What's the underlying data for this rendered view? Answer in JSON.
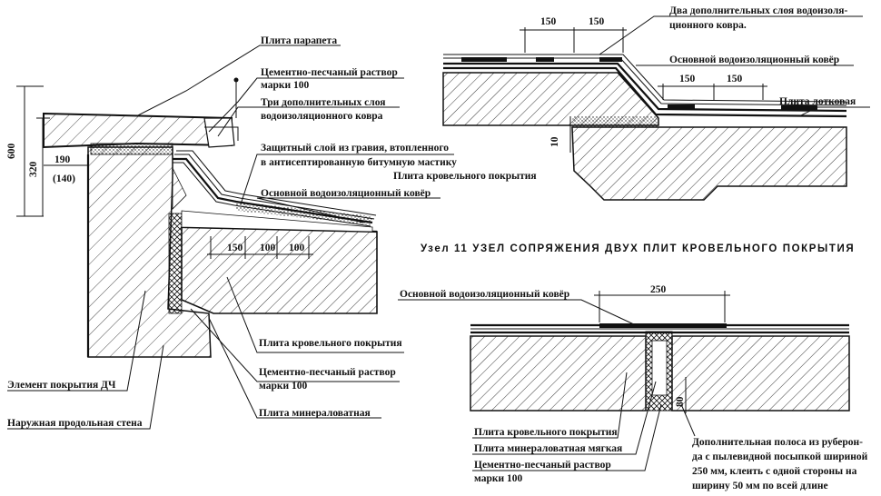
{
  "node11_title": "Узел 11  УЗЕЛ СОПРЯЖЕНИЯ ДВУХ ПЛИТ КРОВЕЛЬНОГО ПОКРЫТИЯ",
  "left_node": {
    "labels": {
      "parapet_slab": "Плита парапета",
      "mortar_1": "Цементно-песчаный раствор",
      "mortar_1b": "марки 100",
      "three_layers": "Три дополнительных слоя",
      "three_layers_b": "водоизоляционного ковра",
      "gravel": "Защитный слой из гравия, втопленного",
      "gravel_b": "в антисептированную битумную мастику",
      "roof_slab_top": "Плита кровельного покрытия",
      "base_carpet": "Основной водоизоляционный ковёр",
      "roof_slab": "Плита кровельного покрытия",
      "mortar_2": "Цементно-песчаный раствор",
      "mortar_2b": "марки 100",
      "mineral_wool": "Плита минераловатная",
      "dch_element": "Элемент покрытия ДЧ",
      "outer_wall": "Наружная продольная стена"
    },
    "dims": {
      "h600": "600",
      "h320": "320",
      "w190": "190",
      "w140": "(140)",
      "d150": "150",
      "d100a": "100",
      "d100b": "100"
    }
  },
  "top_right_node": {
    "labels": {
      "two_layers": "Два дополнительных слоя водоизоля-",
      "two_layers_b": "ционного ковра.",
      "base_carpet": "Основной водоизоляционный ковёр",
      "tray_slab": "Плита лотковая"
    },
    "dims": {
      "d150a": "150",
      "d150b": "150",
      "d150c": "150",
      "d150d": "150",
      "d10": "10"
    }
  },
  "bottom_right_node": {
    "labels": {
      "base_carpet": "Основной водоизоляционный ковёр",
      "roof_slab": "Плита кровельного покрытия",
      "mineral_soft": "Плита минераловатная мягкая",
      "mortar": "Цементно-песчаный раствор",
      "mortar_b": "марки 100",
      "extra_strip_1": "Дополнительная полоса из руберон-",
      "extra_strip_2": "да с пылевидной посыпкой шириной",
      "extra_strip_3": "250 мм, клеить с одной стороны на",
      "extra_strip_4": "ширину 50 мм по всей длине"
    },
    "dims": {
      "d250": "250",
      "d80": "80"
    }
  }
}
